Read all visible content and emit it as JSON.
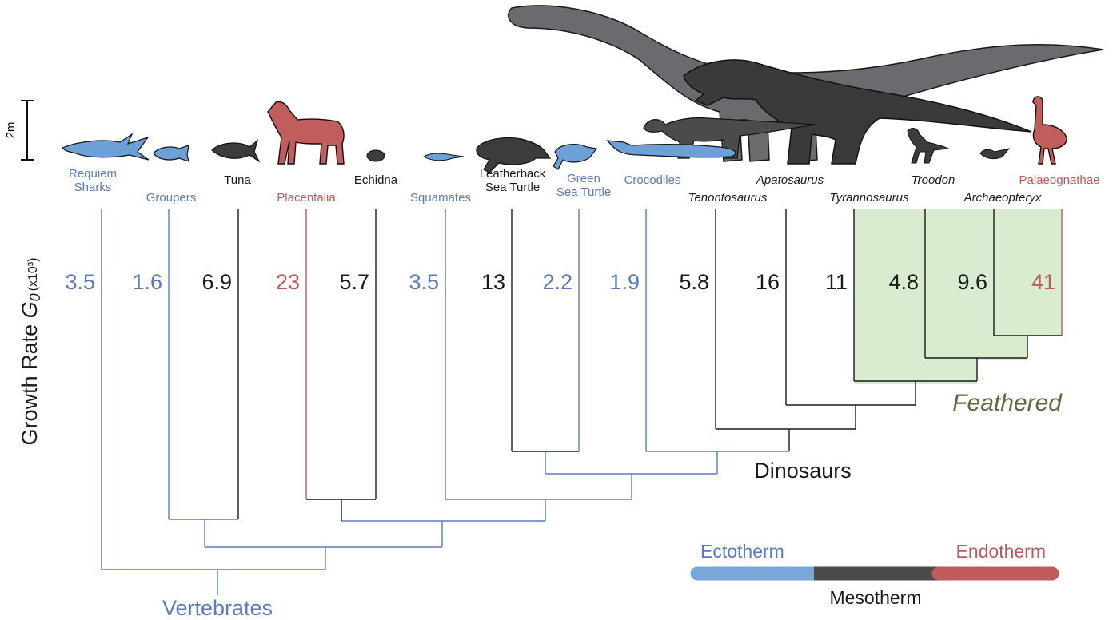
{
  "scale_bar": {
    "label": "2m"
  },
  "y_axis": {
    "label": "Growth Rate",
    "symbol": "G",
    "subscript": "0",
    "unit": "(x10³)"
  },
  "colors": {
    "ectotherm": "#5b7bbf",
    "endotherm": "#c05a5a",
    "mesotherm": "#1a1a1a",
    "feathered_fill": "#d9ecd0",
    "feathered_text": "#5a6b3e",
    "silhouette_ecto": "#6ea0d8",
    "silhouette_meso": "#3c3c3c",
    "silhouette_endo": "#c25d5d"
  },
  "taxa": [
    {
      "id": "requiem-sharks",
      "lines": [
        "Requiem",
        "Sharks"
      ],
      "rate": "3.5",
      "class": "ectotherm",
      "italic": false
    },
    {
      "id": "groupers",
      "lines": [
        "Groupers"
      ],
      "rate": "1.6",
      "class": "ectotherm",
      "italic": false
    },
    {
      "id": "tuna",
      "lines": [
        "Tuna"
      ],
      "rate": "6.9",
      "class": "mesotherm",
      "italic": false
    },
    {
      "id": "placentalia",
      "lines": [
        "Placentalia"
      ],
      "rate": "23",
      "class": "endotherm",
      "italic": false
    },
    {
      "id": "echidna",
      "lines": [
        "Echidna"
      ],
      "rate": "5.7",
      "class": "mesotherm",
      "italic": false
    },
    {
      "id": "squamates",
      "lines": [
        "Squamates"
      ],
      "rate": "3.5",
      "class": "ectotherm",
      "italic": false
    },
    {
      "id": "leatherback-sea-turtle",
      "lines": [
        "Leatherback",
        "Sea Turtle"
      ],
      "rate": "13",
      "class": "mesotherm",
      "italic": false
    },
    {
      "id": "green-sea-turtle",
      "lines": [
        "Green",
        "Sea Turtle"
      ],
      "rate": "2.2",
      "class": "ectotherm",
      "italic": false
    },
    {
      "id": "crocodiles",
      "lines": [
        "Crocodiles"
      ],
      "rate": "1.9",
      "class": "ectotherm",
      "italic": false
    },
    {
      "id": "tenontosaurus",
      "lines": [
        "Tenontosaurus"
      ],
      "rate": "5.8",
      "class": "mesotherm",
      "italic": true
    },
    {
      "id": "apatosaurus",
      "lines": [
        "Apatosaurus"
      ],
      "rate": "16",
      "class": "mesotherm",
      "italic": true
    },
    {
      "id": "tyrannosaurus",
      "lines": [
        "Tyrannosaurus"
      ],
      "rate": "11",
      "class": "mesotherm",
      "italic": true
    },
    {
      "id": "troodon",
      "lines": [
        "Troodon"
      ],
      "rate": "4.8",
      "class": "mesotherm",
      "italic": true
    },
    {
      "id": "archaeopteryx",
      "lines": [
        "Archaeopteryx"
      ],
      "rate": "9.6",
      "class": "mesotherm",
      "italic": true
    },
    {
      "id": "palaeognathae",
      "lines": [
        "Palaeognathae"
      ],
      "rate": "41",
      "class": "endotherm",
      "italic": false
    }
  ],
  "clades": {
    "vertebrates": "Vertebrates",
    "dinosaurs": "Dinosaurs",
    "feathered": "Feathered"
  },
  "legend": {
    "ectotherm": "Ectotherm",
    "mesotherm": "Mesotherm",
    "endotherm": "Endotherm"
  }
}
